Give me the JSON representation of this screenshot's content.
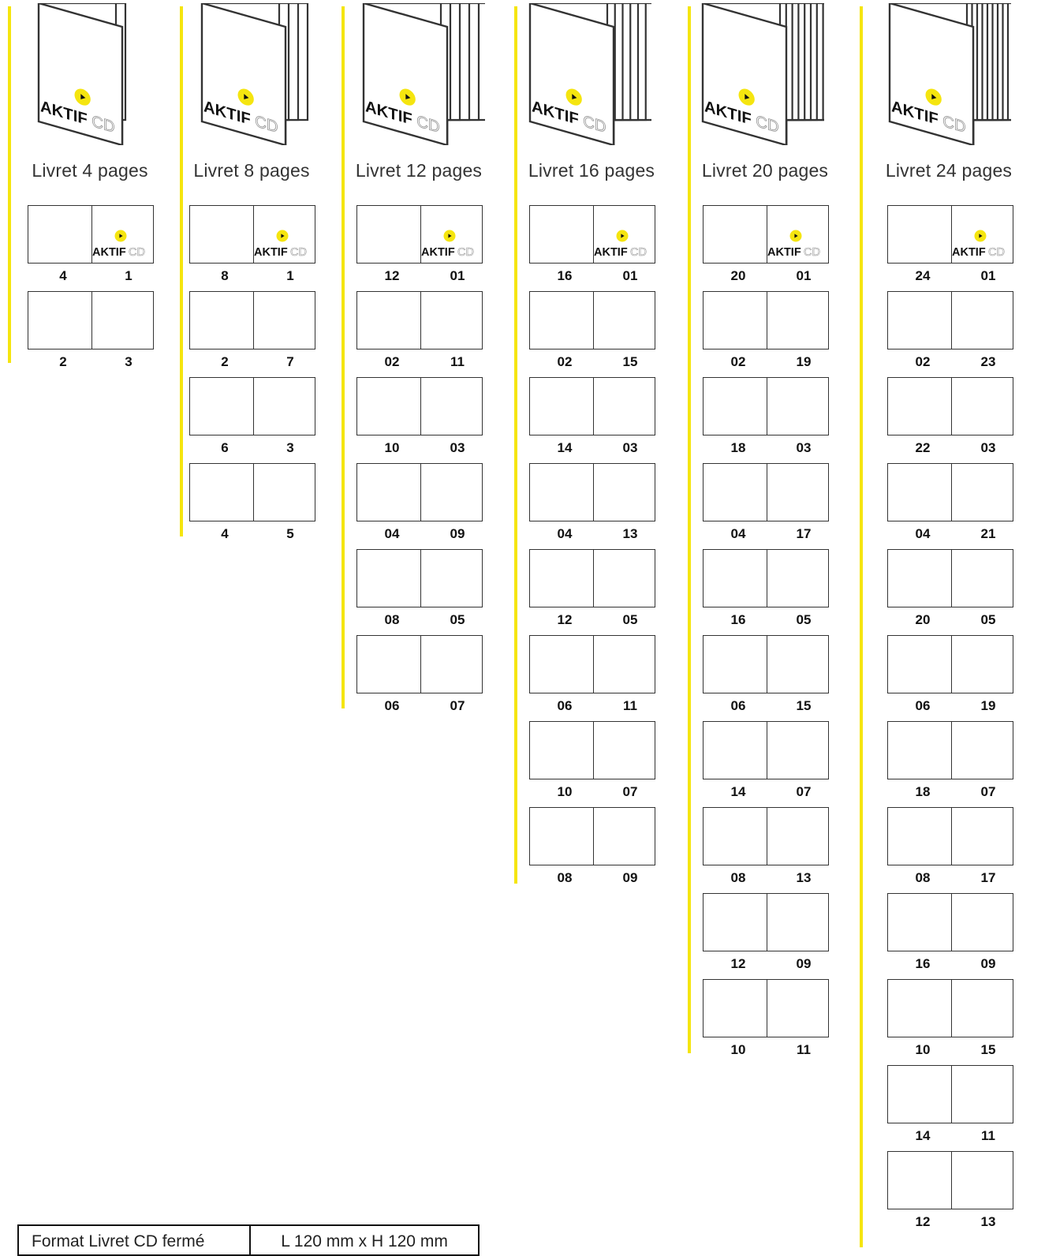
{
  "brand": {
    "name_bold": "AKTIF",
    "name_light": "CD",
    "accent_color": "#f5e50f",
    "logo_icon": "play-circle-icon"
  },
  "booklets": [
    {
      "title": "Livret 4 pages",
      "page_count": 4,
      "spreads": [
        [
          "4",
          "1"
        ],
        [
          "2",
          "3"
        ]
      ]
    },
    {
      "title": "Livret 8 pages",
      "page_count": 8,
      "spreads": [
        [
          "8",
          "1"
        ],
        [
          "2",
          "7"
        ],
        [
          "6",
          "3"
        ],
        [
          "4",
          "5"
        ]
      ]
    },
    {
      "title": "Livret 12 pages",
      "page_count": 12,
      "spreads": [
        [
          "12",
          "01"
        ],
        [
          "02",
          "11"
        ],
        [
          "10",
          "03"
        ],
        [
          "04",
          "09"
        ],
        [
          "08",
          "05"
        ],
        [
          "06",
          "07"
        ]
      ]
    },
    {
      "title": "Livret 16 pages",
      "page_count": 16,
      "spreads": [
        [
          "16",
          "01"
        ],
        [
          "02",
          "15"
        ],
        [
          "14",
          "03"
        ],
        [
          "04",
          "13"
        ],
        [
          "12",
          "05"
        ],
        [
          "06",
          "11"
        ],
        [
          "10",
          "07"
        ],
        [
          "08",
          "09"
        ]
      ]
    },
    {
      "title": "Livret 20 pages",
      "page_count": 20,
      "spreads": [
        [
          "20",
          "01"
        ],
        [
          "02",
          "19"
        ],
        [
          "18",
          "03"
        ],
        [
          "04",
          "17"
        ],
        [
          "16",
          "05"
        ],
        [
          "06",
          "15"
        ],
        [
          "14",
          "07"
        ],
        [
          "08",
          "13"
        ],
        [
          "12",
          "09"
        ],
        [
          "10",
          "11"
        ]
      ]
    },
    {
      "title": "Livret 24 pages",
      "page_count": 24,
      "spreads": [
        [
          "24",
          "01"
        ],
        [
          "02",
          "23"
        ],
        [
          "22",
          "03"
        ],
        [
          "04",
          "21"
        ],
        [
          "20",
          "05"
        ],
        [
          "06",
          "19"
        ],
        [
          "18",
          "07"
        ],
        [
          "08",
          "17"
        ],
        [
          "16",
          "09"
        ],
        [
          "10",
          "15"
        ],
        [
          "14",
          "11"
        ],
        [
          "12",
          "13"
        ]
      ]
    }
  ],
  "format": {
    "label": "Format Livret CD fermé",
    "value": "L 120 mm x H 120 mm"
  }
}
